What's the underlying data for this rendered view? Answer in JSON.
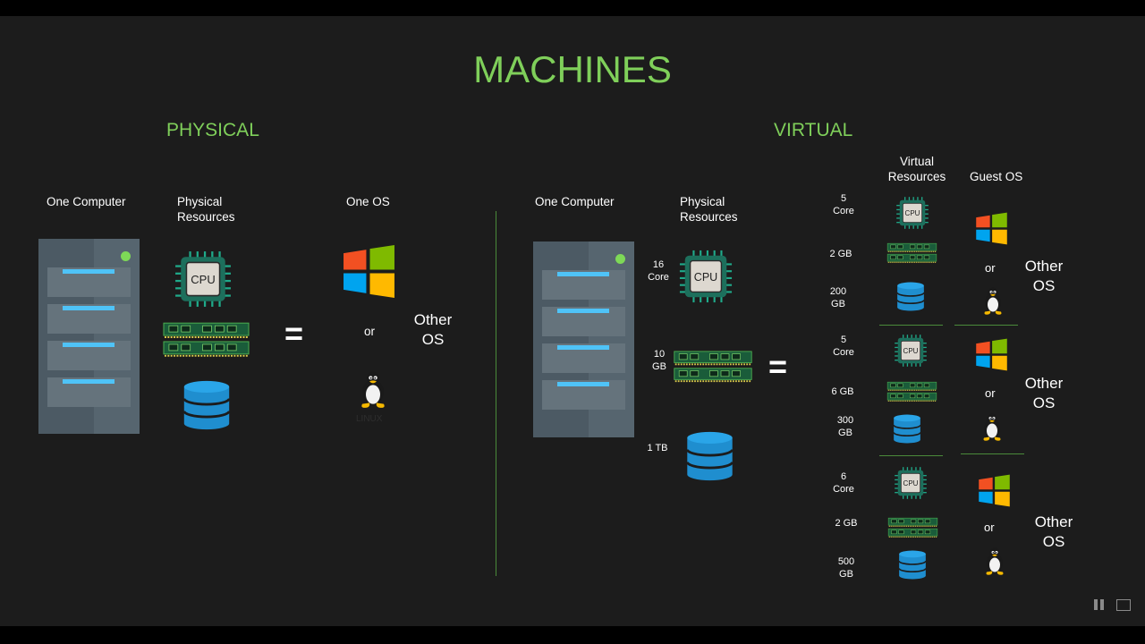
{
  "title": "MACHINES",
  "physical": {
    "heading": "PHYSICAL",
    "one_computer": "One Computer",
    "resources_label": [
      "Physical",
      "Resources"
    ],
    "one_os": "One OS",
    "equals": "=",
    "or": "or",
    "other_os": [
      "Other",
      "OS"
    ],
    "cpu_text": "CPU",
    "linux_text": "LINUX"
  },
  "virtual": {
    "heading": "VIRTUAL",
    "one_computer": "One Computer",
    "resources_label": [
      "Physical",
      "Resources"
    ],
    "cpu": [
      "16",
      "Core"
    ],
    "ram": [
      "10",
      "GB"
    ],
    "disk": "1 TB",
    "equals": "=",
    "cpu_text": "CPU",
    "virtual_resources_label": [
      "Virtual",
      "Resources"
    ],
    "guest_os_label": "Guest OS",
    "vms": [
      {
        "cpu": [
          "5",
          "Core"
        ],
        "ram": "2 GB",
        "disk": [
          "200",
          "GB"
        ],
        "or": "or",
        "other_os": [
          "Other",
          "OS"
        ]
      },
      {
        "cpu": [
          "5",
          "Core"
        ],
        "ram": "6 GB",
        "disk": [
          "300",
          "GB"
        ],
        "or": "or",
        "other_os": [
          "Other",
          "OS"
        ]
      },
      {
        "cpu": [
          "6",
          "Core"
        ],
        "ram": "2 GB",
        "disk": [
          "500",
          "GB"
        ],
        "or": "or",
        "other_os": [
          "Other",
          "OS"
        ]
      }
    ]
  },
  "colors": {
    "background": "#1c1c1c",
    "accent_green": "#7fcf5a",
    "server_body": "#4c5a64",
    "disk_blue": "#1f8ecf",
    "windows_red": "#f25022",
    "windows_green": "#7fba00",
    "windows_blue": "#00a4ef",
    "windows_yellow": "#ffb900"
  },
  "icons": [
    "server-icon",
    "cpu-chip-icon",
    "ram-module-icon",
    "database-disk-icon",
    "windows-logo-icon",
    "linux-tux-icon",
    "pause-icon",
    "screen-icon"
  ]
}
